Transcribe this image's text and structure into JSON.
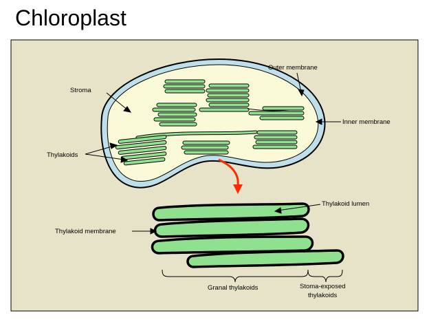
{
  "title": "Chloroplast",
  "labels": {
    "outer_membrane": "Outer membrane",
    "stroma": "Stroma",
    "inner_membrane": "Inner membrane",
    "thylakoids": "Thylakoids",
    "thylakoid_lumen": "Thylakoid lumen",
    "thylakoid_membrane": "Thylakoid membrane",
    "granal_thylakoids": "Granal thylakoids",
    "stroma_exposed_line1": "Stoma-exposed",
    "stroma_exposed_line2": "thylakoids"
  },
  "colors": {
    "panel": "#e6e3c8",
    "outer_membrane": "#bfe0ea",
    "stroma": "#fbfad8",
    "thylakoid": "#8fe08f",
    "arrow_red": "#ff2a00"
  }
}
